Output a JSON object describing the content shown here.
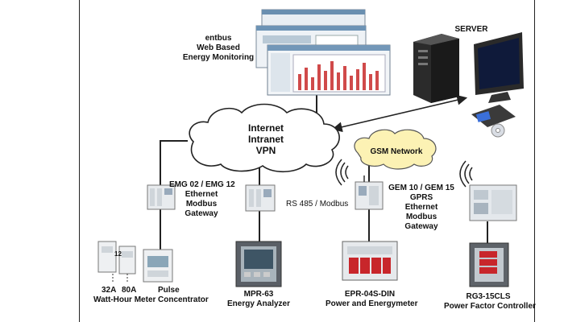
{
  "web_app": {
    "line1": "entbus",
    "line2": "Web Based",
    "line3": "Energy Monitoring"
  },
  "server": {
    "label": "SERVER"
  },
  "cloud": {
    "line1": "Internet",
    "line2": "Intranet",
    "line3": "VPN"
  },
  "gsm": {
    "label": "GSM Network"
  },
  "emg": {
    "line1": "EMG 02 / EMG 12",
    "line2": "Ethernet",
    "line3": "Modbus",
    "line4": "Gateway"
  },
  "rs485": {
    "label": "RS 485 / Modbus"
  },
  "gem": {
    "line1": "GEM 10 / GEM 15",
    "line2": "GPRS",
    "line3": "Ethernet",
    "line4": "Modbus",
    "line5": "Gateway"
  },
  "meter": {
    "v32": "32A",
    "v80": "80A",
    "name": "Watt-Hour Meter",
    "pulse1": "Pulse",
    "pulse2": "Concentrator",
    "num12": "12"
  },
  "mpr": {
    "line1": "MPR-63",
    "line2": "Energy Analyzer"
  },
  "epr": {
    "line1": "EPR-04S-DIN",
    "line2": "Power and Energymeter"
  },
  "rg3": {
    "line1": "RG3-15CLS",
    "line2": "Power Factor Controller"
  },
  "colors": {
    "cloud_fill": "#ffffff",
    "gsm_fill": "#fcf2b4",
    "lines": "#222222",
    "screen_bars": "#d04a4a"
  }
}
